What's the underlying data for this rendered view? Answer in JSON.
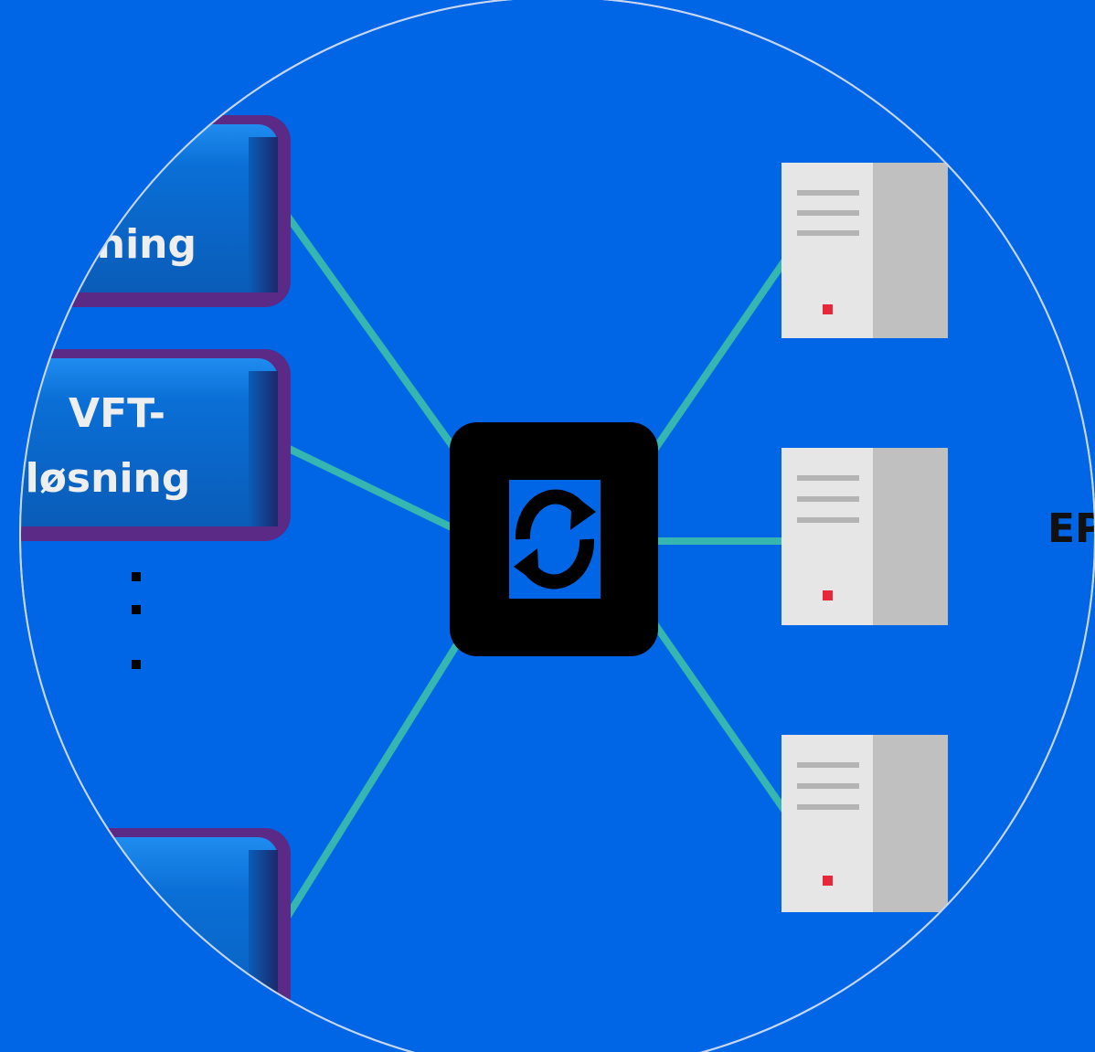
{
  "colors": {
    "background": "#0066e6",
    "circle_outline": "#c8d6f0",
    "box_face": "#0a68c8",
    "box_border": "#5a2a86",
    "connector": "#35b6b0",
    "hub": "#000000",
    "server_face": "#e6e6e6",
    "server_side": "#c0c0c0",
    "server_led": "#e8283a"
  },
  "solutions": [
    {
      "label_lines": [
        "",
        "ning"
      ]
    },
    {
      "label_lines": [
        "VFT-",
        "løsning"
      ]
    },
    {
      "label_lines": [
        "",
        ""
      ]
    }
  ],
  "ellipsis": ":",
  "hub": {
    "icon": "sync-icon"
  },
  "servers": [
    {
      "icon": "server-icon"
    },
    {
      "icon": "server-icon"
    },
    {
      "icon": "server-icon"
    }
  ],
  "epj_label": "EP"
}
